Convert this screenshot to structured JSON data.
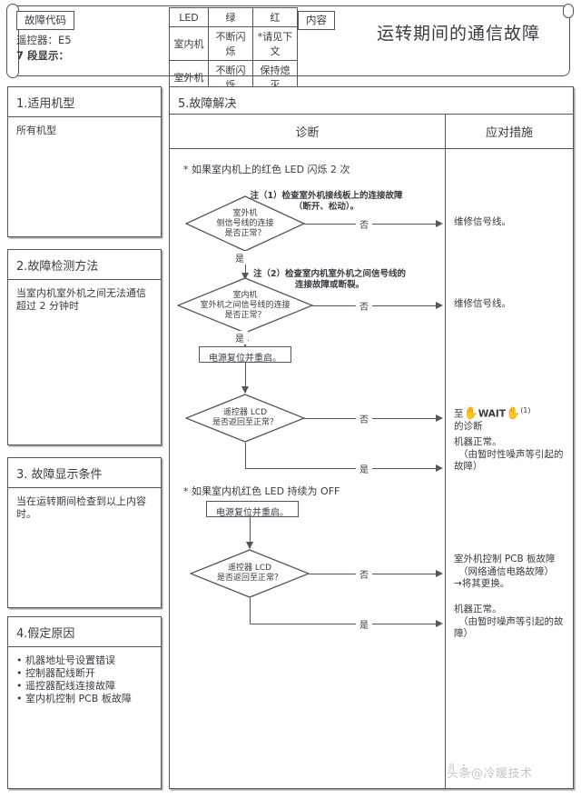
{
  "header": {
    "fault_code_tag": "故障代码",
    "remote_line1": "遥控器：E5",
    "remote_line2": "7 段显示：",
    "content_tag": "内容",
    "title": "运转期间的通信故障",
    "led_table": {
      "headers": [
        "LED",
        "绿",
        "红"
      ],
      "rows": [
        [
          "室内机",
          "不断闪烁",
          "*请见下文"
        ],
        [
          "室外机",
          "不断闪烁",
          "保持熄灭"
        ]
      ]
    }
  },
  "left_panels": [
    {
      "title": "1.适用机型",
      "body": "所有机型"
    },
    {
      "title": "2.故障检测方法",
      "body": "当室内机室外机之间无法通信超过 2 分钟时"
    },
    {
      "title": "3. 故障显示条件",
      "body": "当在运转期间检查到以上内容时。"
    },
    {
      "title": "4.假定原因",
      "items": [
        "机器地址号设置错误",
        "控制器配线断开",
        "遥控器配线连接故障",
        "室内机控制 PCB 板故障"
      ]
    }
  ],
  "main": {
    "title": "5.故障解决",
    "col_diagnosis": "诊断",
    "col_action": "应对措施",
    "section1_heading": "* 如果室内机上的红色 LED 闪烁 2 次",
    "section2_heading": "* 如果室内机红色 LED 持续为 OFF",
    "notes": [
      "注（1）检查室外机接线板上的连接故障（断开、松动）。",
      "注（2）检查室内机室外机之间信号线的连接故障或断裂。"
    ],
    "note1_line1": "注（1）检查室外机接线板上的连接故障",
    "note1_line2": "（断开、松动）。",
    "note2_line1": "注（2）检查室内机室外机之间信号线的",
    "note2_line2": "连接故障或断裂。",
    "decision1": {
      "l1": "室外机",
      "l2": "侧信号线的连接",
      "l3": "是否正常？"
    },
    "decision2": {
      "l1": "室内机",
      "l2": "室外机之间信号线的连接",
      "l3": "是否正常？"
    },
    "decision3": {
      "l1": "遥控器 LCD",
      "l2": "是否返回至正常？"
    },
    "decision4": {
      "l1": "遥控器 LCD",
      "l2": "是否返回至正常？"
    },
    "process1": "电源复位并重启。",
    "process2": "电源复位并重启。",
    "branch_no": "否",
    "branch_yes": "是",
    "actions": {
      "a1": "维修信号线。",
      "a2": "维修信号线。",
      "a3_pre": "至",
      "a3_wait": "WAIT",
      "a3_num": "(1)",
      "a3_line2": "的诊断",
      "a4_line1": "机器正常。",
      "a4_line2": "（由暂时性噪声等引起的",
      "a4_line3": "故障）",
      "a5_line1": "室外机控制 PCB 板故障",
      "a5_line2": "（网络通信电路故障）",
      "a5_line3": "→将其更换。",
      "a6_line1": "机器正常。",
      "a6_line2": "（由暂时噪声等引起的故",
      "a6_line3": "障）"
    }
  },
  "watermark": {
    "text": "头条@冷暖技术"
  },
  "colors": {
    "ink": "#3a3a42",
    "line": "#55555c",
    "shadow": "#a6a6ad",
    "watermark": "#b8b8bd"
  }
}
